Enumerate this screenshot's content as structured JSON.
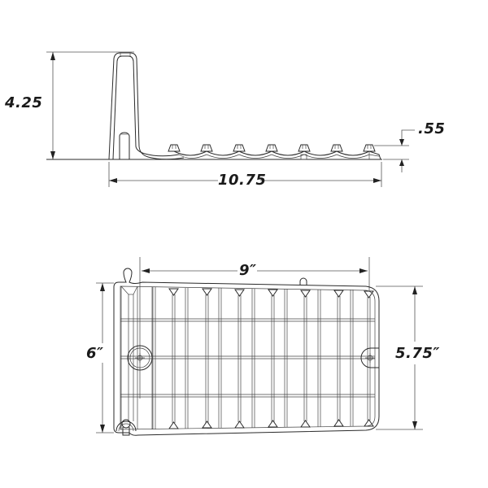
{
  "side_view": {
    "height_label": "4.25",
    "length_label": "10.75",
    "cleat_height_label": ".55",
    "cleat_count": 7
  },
  "top_view": {
    "span_label": "9″",
    "left_width_label": "6″",
    "right_width_label": "5.75″",
    "grid_columns": 8,
    "grid_rows": 4
  },
  "colors": {
    "line": "#2a2a2a",
    "background": "#ffffff"
  }
}
